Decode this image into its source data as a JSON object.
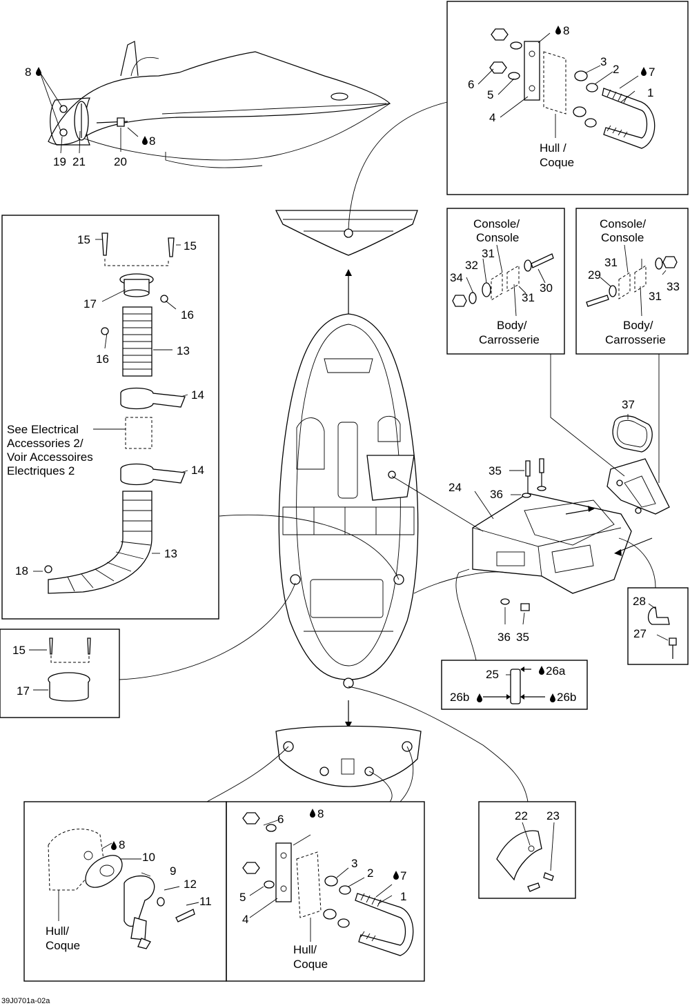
{
  "labels": {
    "l8a": "8",
    "l19": "19",
    "l21": "21",
    "l20": "20",
    "l8b": "8",
    "l8c": "8",
    "l3": "3",
    "l2": "2",
    "l7": "7",
    "l6": "6",
    "l5": "5",
    "l1": "1",
    "l4": "4",
    "l15a": "15",
    "l15b": "15",
    "l17": "17",
    "l16a": "16",
    "l16b": "16",
    "l13a": "13",
    "l14a": "14",
    "l14b": "14",
    "l13b": "13",
    "l18": "18",
    "l15c": "15",
    "l17b": "17",
    "l31a": "31",
    "l32": "32",
    "l34": "34",
    "l30": "30",
    "l31b": "31",
    "l29": "29",
    "l31c": "31",
    "l33": "33",
    "l31d": "31",
    "l37": "37",
    "l35a": "35",
    "l36a": "36",
    "l24": "24",
    "l28": "28",
    "l27": "27",
    "l36b": "36",
    "l35b": "35",
    "l25": "25",
    "l26a": "26a",
    "l26b1": "26b",
    "l26b2": "26b",
    "l22": "22",
    "l23": "23",
    "l8d": "8",
    "l10": "10",
    "l9": "9",
    "l12": "12",
    "l11": "11",
    "l6b": "6",
    "l8e": "8",
    "l3b": "3",
    "l2b": "2",
    "l7b": "7",
    "l5b": "5",
    "l1b": "1",
    "l4b": "4"
  },
  "text": {
    "hull_coque_1": [
      "Hull /",
      "Coque"
    ],
    "console_1": [
      "Console/",
      "Console"
    ],
    "body_1": [
      "Body/",
      "Carrosserie"
    ],
    "console_2": [
      "Console/",
      "Console"
    ],
    "body_2": [
      "Body/",
      "Carrosserie"
    ],
    "see_electrical": [
      "See Electrical",
      "Accessories 2/",
      "Voir Accessoires",
      "Electriques 2"
    ],
    "hull_coque_2": [
      "Hull/",
      "Coque"
    ],
    "hull_coque_3": [
      "Hull/",
      "Coque"
    ]
  },
  "footer": {
    "reference": "39J0701a-02a"
  }
}
